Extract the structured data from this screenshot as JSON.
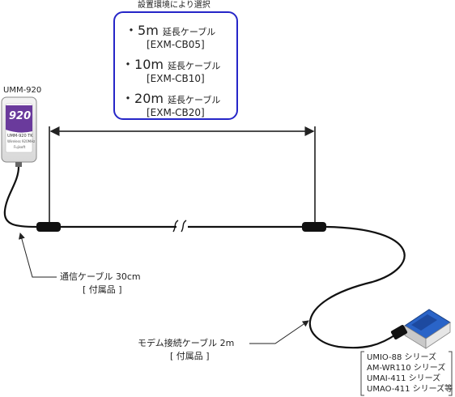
{
  "selection_title": "設置環境により選択",
  "cable_options": [
    {
      "bullet": "・",
      "size": "5m",
      "name": "延長ケーブル",
      "code": "[EXM-CB05]"
    },
    {
      "bullet": "・",
      "size": "10m",
      "name": "延長ケーブル",
      "code": "[EXM-CB10]"
    },
    {
      "bullet": "・",
      "size": "20m",
      "name": "延長ケーブル",
      "code": "[EXM-CB20]"
    }
  ],
  "device": {
    "label": "UMM-920",
    "face_number": "920",
    "face_text": "UMM-920 TK",
    "face_sub": "Wireless 920MHz",
    "face_brand": "Fujisoft"
  },
  "comm_cable": {
    "name": "通信ケーブル 30cm",
    "note": "[ 付属品 ]"
  },
  "modem_cable": {
    "name": "モデム接続ケーブル 2m",
    "note": "[ 付属品 ]"
  },
  "target_series": [
    "UMIO-88 シリーズ",
    "AM-WR110 シリーズ",
    "UMAI-411 シリーズ",
    "UMAO-411 シリーズ等"
  ],
  "colors": {
    "box_border": "#2626c8",
    "device_purple": "#6a3a9c",
    "cable": "#111111",
    "target_blue": "#2a64c8"
  }
}
